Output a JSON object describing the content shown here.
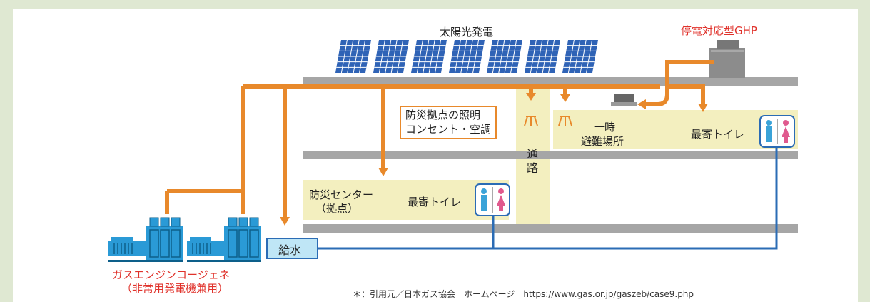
{
  "labels": {
    "solar": "太陽光発電",
    "ghp": "停電対応型GHP",
    "feature_line1": "防災拠点の照明",
    "feature_line2": "コンセント・空調",
    "passage_1": "通",
    "passage_2": "路",
    "shelter_line1": "一時",
    "shelter_line2": "避難場所",
    "toilet_upper": "最寄トイレ",
    "center_line1": "防災センター",
    "center_line2": "（拠点）",
    "toilet_lower": "最寄トイレ",
    "water": "給水",
    "gas_line1": "ガスエンジンコージェネ",
    "gas_line2": "（非常用発電機兼用）",
    "source": "＊：引用元／日本ガス協会　ホームページ　https://www.gas.or.jp/gaszeb/case9.php"
  },
  "colors": {
    "background": "#dfe8d2",
    "floor": "#a6a6a6",
    "room": "#f3efbf",
    "power_line": "#e8892b",
    "water_line": "#2b6cb5",
    "solar_panel": "#2f63b6",
    "generator": "#2a9ad6",
    "accent_red": "#e0322b"
  },
  "icons": [
    "solar-panel-icon",
    "ghp-unit-icon",
    "ac-unit-icon",
    "ceiling-light-icon",
    "restroom-icon",
    "gas-engine-generator-icon"
  ]
}
